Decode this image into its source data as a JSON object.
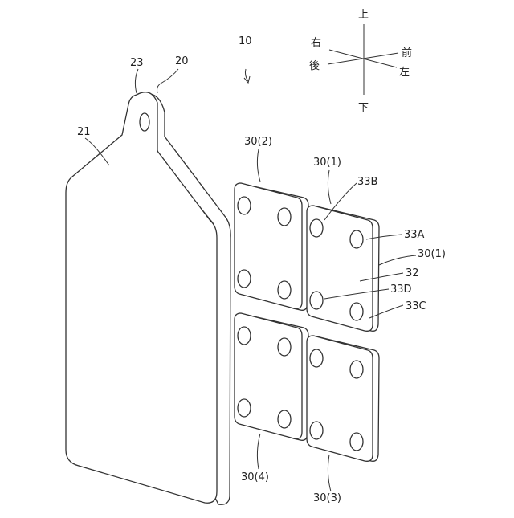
{
  "labels": {
    "device": "10",
    "tag": "20",
    "tag_body": "21",
    "hole": "23",
    "piece_2_top": "30(2)",
    "piece_1_top": "30(1)",
    "piece_1_right": "30(1)",
    "piece_4": "30(4)",
    "piece_3": "30(3)",
    "boss_b": "33B",
    "boss_a": "33A",
    "boss_d": "33D",
    "boss_c": "33C",
    "face_32": "32"
  },
  "compass": {
    "up": "上",
    "down": "下",
    "right": "右",
    "left": "左",
    "front": "前",
    "back": "後"
  }
}
